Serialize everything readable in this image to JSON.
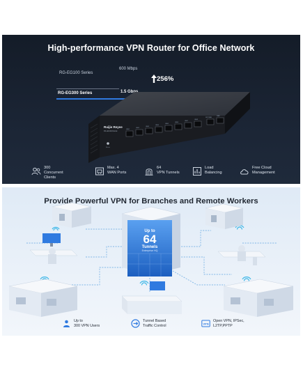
{
  "top_panel": {
    "title": "High-performance VPN Router for Office Network",
    "comparison": {
      "series_a_name": "RG-EG100 Series",
      "series_a_value": "600 Mbps",
      "series_b_name": "RG-EG300 Series",
      "series_b_value": "1.5 Gbps",
      "growth": "256%"
    },
    "router": {
      "brand": "Ruijie Reyee",
      "model": "RG-EG310GH-E",
      "panel_text": "Reset",
      "port_labels": [
        "LAN1",
        "LAN2",
        "LAN3",
        "LAN4",
        "LAN5",
        "LAN6",
        "LAN7",
        "LAN8",
        "SFP/WAN",
        "WAN"
      ]
    },
    "features": [
      {
        "icon": "users-icon",
        "line1": "300",
        "line2": "Concurrent Clients"
      },
      {
        "icon": "wan-ports-icon",
        "line1": "Max. 4",
        "line2": "WAN Ports"
      },
      {
        "icon": "vpn-tunnel-icon",
        "line1": "64",
        "line2": "VPN Tunnels"
      },
      {
        "icon": "load-balancing-icon",
        "line1": "Load",
        "line2": "Balancing"
      },
      {
        "icon": "cloud-icon",
        "line1": "Free Cloud",
        "line2": "Management"
      }
    ]
  },
  "bottom_panel": {
    "title": "Provide Powerful VPN for Branches and Remote Workers",
    "hub": {
      "up_to": "Up to",
      "number": "64",
      "word": "Tunnels",
      "sub": "Enterprise HQ"
    },
    "features": [
      {
        "icon": "vpn-users-icon",
        "line1": "Up to",
        "line2": "300 VPN Users"
      },
      {
        "icon": "traffic-control-icon",
        "line1": "Tunnel Based",
        "line2": "Traffic Control"
      },
      {
        "icon": "vpn-protocol-icon",
        "line1": "Open VPN, IPSec,",
        "line2": "L2TP,PPTP"
      }
    ]
  },
  "colors": {
    "top_bg": "#1b2535",
    "accent_blue": "#2f7ae0",
    "wifi_cyan": "#3fb8e8",
    "bottom_bg": "#e6eef8",
    "network_line": "#7fb6e6"
  }
}
